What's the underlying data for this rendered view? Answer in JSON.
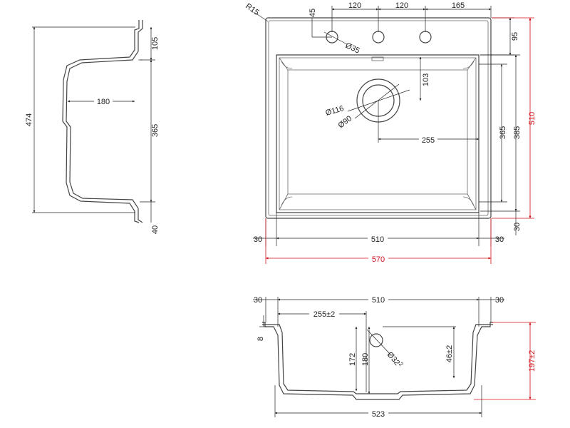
{
  "side_view": {
    "height": "474",
    "top_depth": "105",
    "bowl_depth": "365",
    "bottom_offset": "40",
    "bowl_radius": "180"
  },
  "top_view": {
    "corner_radius": "R15",
    "tap_offset_vertical": "45",
    "hole_spacing_1": "120",
    "hole_spacing_2": "120",
    "hole_to_edge": "165",
    "tap_hole_diameter": "Ø35",
    "top_margin": "95",
    "drain_offset_vertical": "103",
    "overall_depth": "510",
    "bowl_length_inner": "365",
    "bowl_length_outer": "385",
    "drain_outer_diameter": "Ø116",
    "drain_inner_diameter": "Ø90",
    "drain_offset_horizontal": "255",
    "left_margin": "30",
    "bowl_width": "510",
    "right_margin": "30",
    "bottom_margin": "30",
    "overall_width": "570"
  },
  "front_section": {
    "left_margin": "30",
    "bowl_width": "510",
    "right_margin": "30",
    "drain_center": "255±2",
    "rim": "8",
    "inner_depth": "172",
    "outer_depth": "180",
    "drain_diameter": "Ø32",
    "drain_diameter_sup": "2",
    "drain_height": "46±2",
    "overall_depth": "197±2",
    "bottom_width": "523"
  },
  "colors": {
    "line": "#444444",
    "dimension": "#222222",
    "highlight": "#d0101a"
  }
}
